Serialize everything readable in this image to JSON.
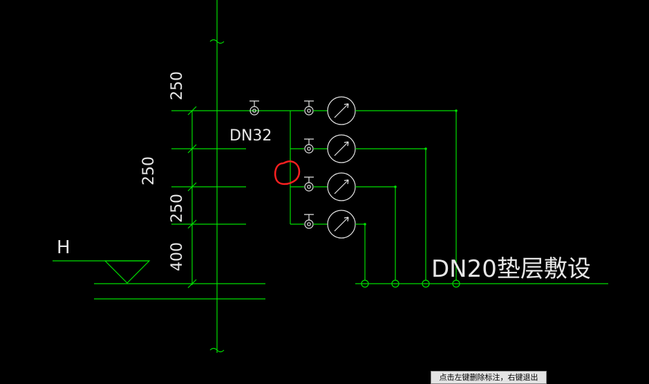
{
  "diagram": {
    "dimensions": [
      "250",
      "250",
      "250",
      "400"
    ],
    "main_pipe_label": "DN32",
    "branch_label": "DN20垫层敷设",
    "level_symbol_label": "H",
    "meter_count": 4
  },
  "status_bar": {
    "text": "点击左键删除标注，右键退出"
  },
  "colors": {
    "background": "#000000",
    "pipe": "#00e000",
    "text": "#e6e6e6",
    "highlight": "#ff2020"
  }
}
